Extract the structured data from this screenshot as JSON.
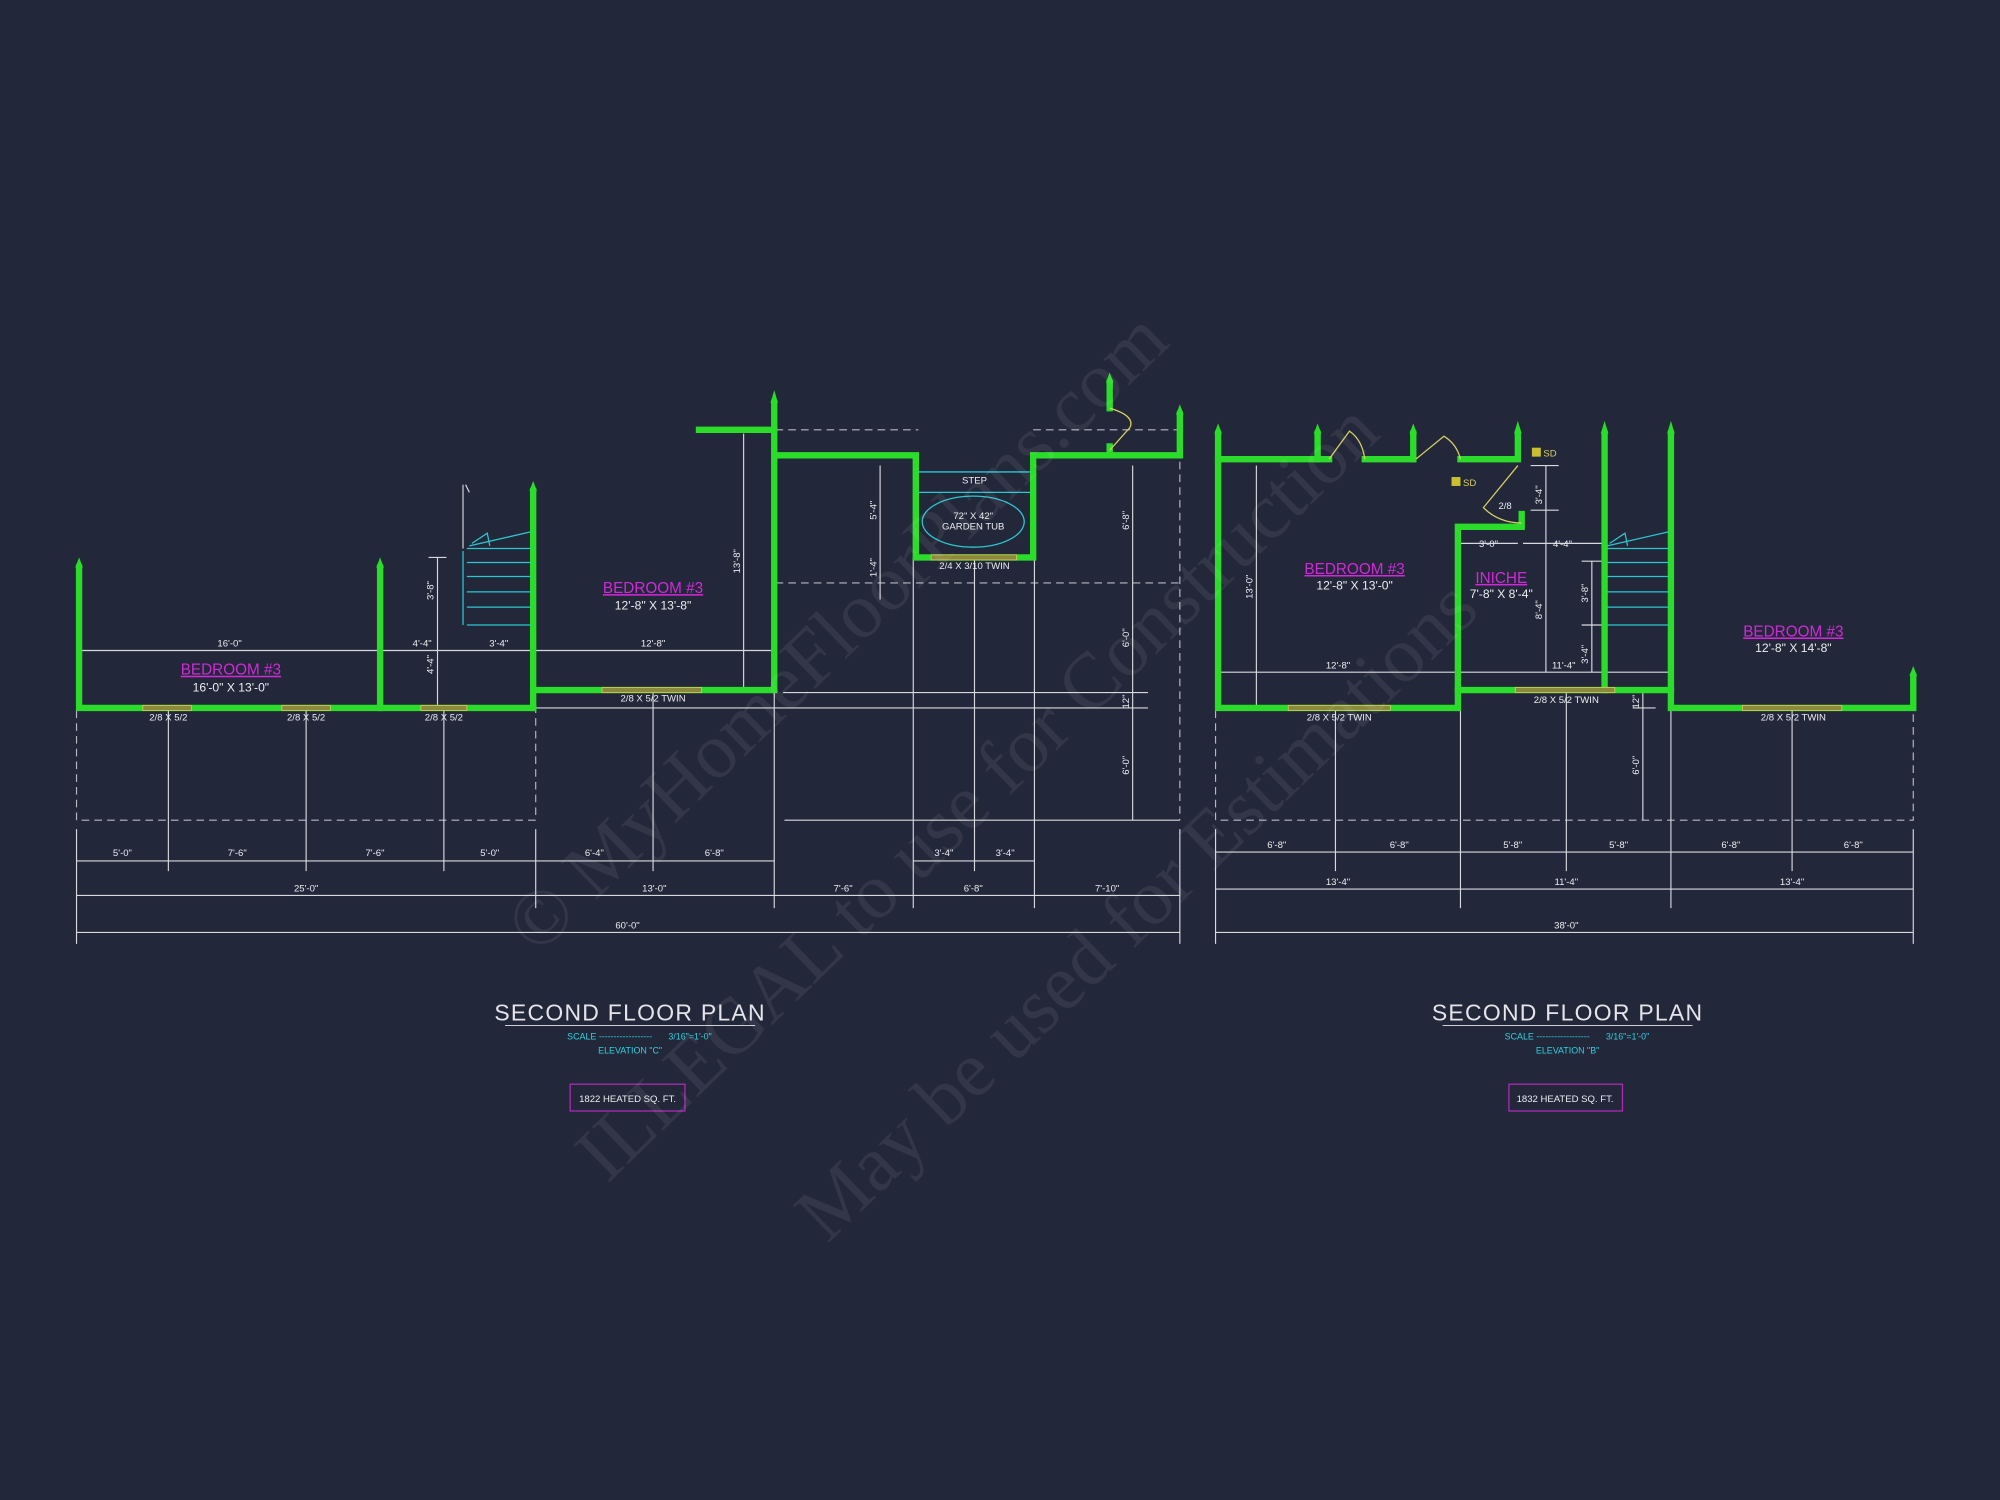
{
  "colors": {
    "background": "#23273a",
    "walls": "#2bdc2b",
    "room_labels": "#d02ad8",
    "stairs": "#2cc6d0",
    "windows_doors": "#d8d060",
    "area_box": "#b02ab8"
  },
  "watermark": [
    "© MyHomeFloorPlans.com",
    "ILLEGAL to use for Construction",
    "May be used for Estimations"
  ],
  "left_plan": {
    "rooms": [
      {
        "name": "BEDROOM #3",
        "size": "16'-0\" X 13'-0\""
      },
      {
        "name": "BEDROOM #3",
        "size": "12'-8\" X 13'-8\""
      }
    ],
    "fixtures": {
      "step": "STEP",
      "tub_size": "72\" X 42\"",
      "tub_name": "GARDEN TUB"
    },
    "windows": [
      "2/8 X 5/2",
      "2/8 X 5/2",
      "2/8 X 5/2",
      "2/8 X 5/2 TWIN",
      "2/4 X 3/10 TWIN"
    ],
    "interior_dims": [
      "16'-0\"",
      "4'-4\"",
      "3'-4\"",
      "12'-8\"",
      "3'-8\"",
      "4'-4\"",
      "13'-8\"",
      "5'-4\"",
      "1'-4\"",
      "6'-8\"",
      "6'-0\"",
      "12\"",
      "6'-0\""
    ],
    "dim_row1": [
      "5'-0\"",
      "7'-6\"",
      "7'-6\"",
      "5'-0\"",
      "6'-4\"",
      "6'-8\"",
      "3'-4\"",
      "3'-4\""
    ],
    "dim_row2": [
      "25'-0\"",
      "13'-0\"",
      "7'-6\"",
      "6'-8\"",
      "7'-10\""
    ],
    "dim_total": "60'-0\"",
    "title": "SECOND FLOOR PLAN",
    "scale_label": "SCALE ------------------",
    "scale_value": "3/16\"=1'-0\"",
    "elevation": "ELEVATION \"C\"",
    "area": "1822 HEATED SQ. FT."
  },
  "right_plan": {
    "rooms": [
      {
        "name": "BEDROOM #3",
        "size": "12'-8\" X 13'-0\""
      },
      {
        "name": "INICHE",
        "size": "7'-8\" X 8'-4\""
      },
      {
        "name": "BEDROOM #3",
        "size": "12'-8\" X 14'-8\""
      }
    ],
    "smoke_detectors": [
      "SD",
      "SD"
    ],
    "door": "2/8",
    "windows": [
      "2/8 X 5/2 TWIN",
      "2/8 X 5/2 TWIN",
      "2/8 X 5/2 TWIN"
    ],
    "interior_dims": [
      "13'-0\"",
      "12'-8\"",
      "3'-0\"",
      "4'-4\"",
      "3'-4\"",
      "8'-4\"",
      "3'-8\"",
      "3'-4\"",
      "11'-4\"",
      "12\"",
      "6'-0\""
    ],
    "dim_row1": [
      "6'-8\"",
      "6'-8\"",
      "5'-8\"",
      "5'-8\"",
      "6'-8\"",
      "6'-8\""
    ],
    "dim_row2": [
      "13'-4\"",
      "11'-4\"",
      "13'-4\""
    ],
    "dim_total": "38'-0\"",
    "title": "SECOND FLOOR PLAN",
    "scale_label": "SCALE ------------------",
    "scale_value": "3/16\"=1'-0\"",
    "elevation": "ELEVATION \"B\"",
    "area": "1832 HEATED SQ. FT."
  }
}
